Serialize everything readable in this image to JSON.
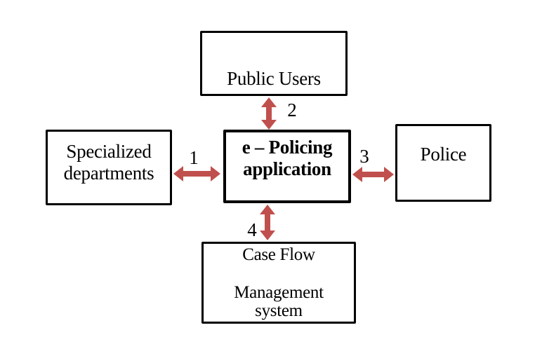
{
  "colors": {
    "arrow": "#c0504d",
    "box_border": "#000000",
    "text": "#000000",
    "background": "#ffffff"
  },
  "nodes": {
    "public_users": {
      "label": "Public Users"
    },
    "specialized_departments": {
      "label": "Specialized\ndepartments"
    },
    "e_policing_application": {
      "label": "e – Policing\napplication"
    },
    "police": {
      "label": "Police"
    },
    "case_flow_management_system": {
      "label": "Case Flow\n\nManagement\nsystem"
    }
  },
  "connections": [
    {
      "label": "1",
      "between": [
        "specialized_departments",
        "e_policing_application"
      ],
      "direction": "bidirectional"
    },
    {
      "label": "2",
      "between": [
        "public_users",
        "e_policing_application"
      ],
      "direction": "bidirectional"
    },
    {
      "label": "3",
      "between": [
        "e_policing_application",
        "police"
      ],
      "direction": "bidirectional"
    },
    {
      "label": "4",
      "between": [
        "e_policing_application",
        "case_flow_management_system"
      ],
      "direction": "bidirectional"
    }
  ]
}
